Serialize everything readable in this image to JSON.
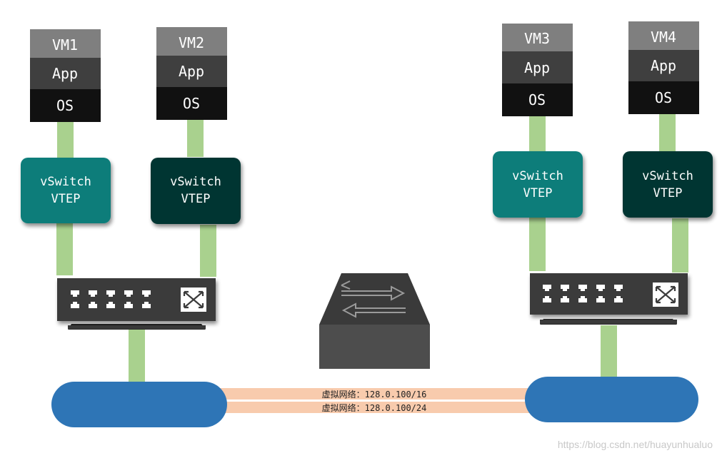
{
  "vms": [
    {
      "name": "VM1",
      "app": "App",
      "os": "OS"
    },
    {
      "name": "VM2",
      "app": "App",
      "os": "OS"
    },
    {
      "name": "VM3",
      "app": "App",
      "os": "OS"
    },
    {
      "name": "VM4",
      "app": "App",
      "os": "OS"
    }
  ],
  "vswitches": [
    {
      "line1": "vSwitch",
      "line2": "VTEP",
      "color": "#0b7d7a"
    },
    {
      "line1": "vSwitch",
      "line2": "VTEP",
      "color": "#063431"
    },
    {
      "line1": "vSwitch",
      "line2": "VTEP",
      "color": "#0b7d7a"
    },
    {
      "line1": "vSwitch",
      "line2": "VTEP",
      "color": "#063431"
    }
  ],
  "virtual_networks": [
    {
      "label": "虚拟网络：128.0.100/16"
    },
    {
      "label": "虚拟网络：128.0.100/24"
    }
  ],
  "watermark": "https://blog.csdn.net/huayunhualuo",
  "icons": {
    "physical_switch_left": "network-switch-icon",
    "physical_switch_right": "network-switch-icon",
    "router": "layer3-switch-icon",
    "network_cloud": "network-cloud-icon"
  },
  "colors": {
    "vm_header": "#7f7f7f",
    "vm_app": "#3f3f3f",
    "vm_os": "#111111",
    "link_green": "#a9d18e",
    "tunnel_peach": "#f8cbad",
    "network_blue": "#2e75b6"
  }
}
